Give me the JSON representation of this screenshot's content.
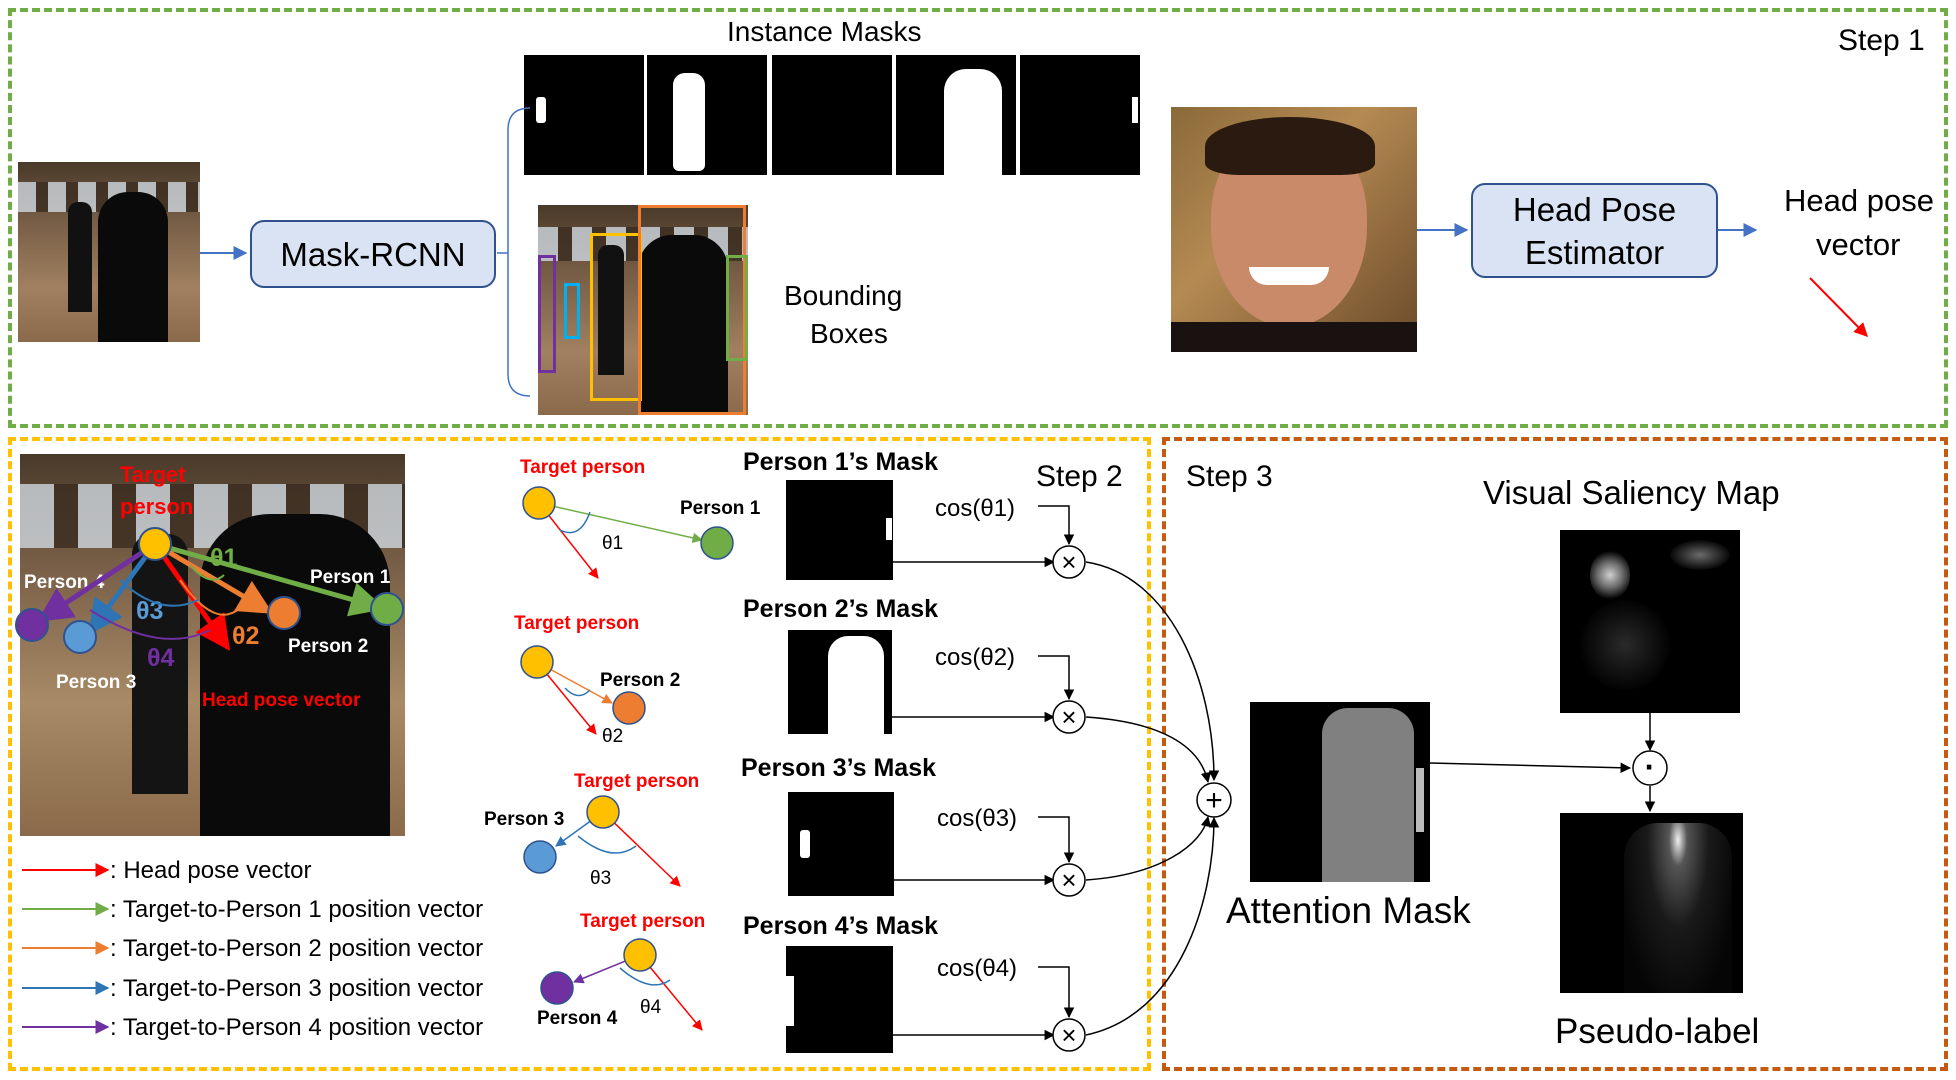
{
  "colors": {
    "green": "#70ad47",
    "yellow": "#ffc000",
    "orange": "#ed7d31",
    "blue": "#5b9bd5",
    "purple": "#7030a0",
    "red": "#ff0000",
    "box_fill": "#dae3f3",
    "box_border": "#2f528f",
    "step3_border": "#c55a11"
  },
  "step1": {
    "label": "Step 1",
    "instance_masks_title": "Instance Masks",
    "mask_rcnn": "Mask-RCNN",
    "bounding_boxes_line1": "Bounding",
    "bounding_boxes_line2": "Boxes",
    "head_pose_estimator_line1": "Head Pose",
    "head_pose_estimator_line2": "Estimator",
    "head_pose_vector_line1": "Head pose",
    "head_pose_vector_line2": "vector"
  },
  "step2": {
    "label": "Step 2",
    "target_person_line1": "Target",
    "target_person_line2": "person",
    "person1": "Person 1",
    "person2": "Person 2",
    "person3": "Person 3",
    "person4": "Person 4",
    "theta1": "θ1",
    "theta2": "θ2",
    "theta3": "θ3",
    "theta4": "θ4",
    "head_pose_vector": "Head pose vector",
    "target_person": "Target person",
    "mask1_title": "Person 1’s Mask",
    "mask2_title": "Person 2’s Mask",
    "mask3_title": "Person 3’s Mask",
    "mask4_title": "Person 4’s Mask",
    "cos1": "cos(θ1)",
    "cos2": "cos(θ2)",
    "cos3": "cos(θ3)",
    "cos4": "cos(θ4)",
    "multiply": "×",
    "plus": "+",
    "legend": [
      {
        "color": "#ff0000",
        "text": ": Head pose vector"
      },
      {
        "color": "#70ad47",
        "text": ": Target-to-Person 1 position vector"
      },
      {
        "color": "#ed7d31",
        "text": ": Target-to-Person 2 position vector"
      },
      {
        "color": "#2e75b6",
        "text": ": Target-to-Person 3 position vector"
      },
      {
        "color": "#7030a0",
        "text": ": Target-to-Person 4 position vector"
      }
    ]
  },
  "step3": {
    "label": "Step 3",
    "visual_saliency_map": "Visual Saliency Map",
    "attention_mask": "Attention Mask",
    "pseudo_label": "Pseudo-label",
    "dot_op": "·"
  }
}
